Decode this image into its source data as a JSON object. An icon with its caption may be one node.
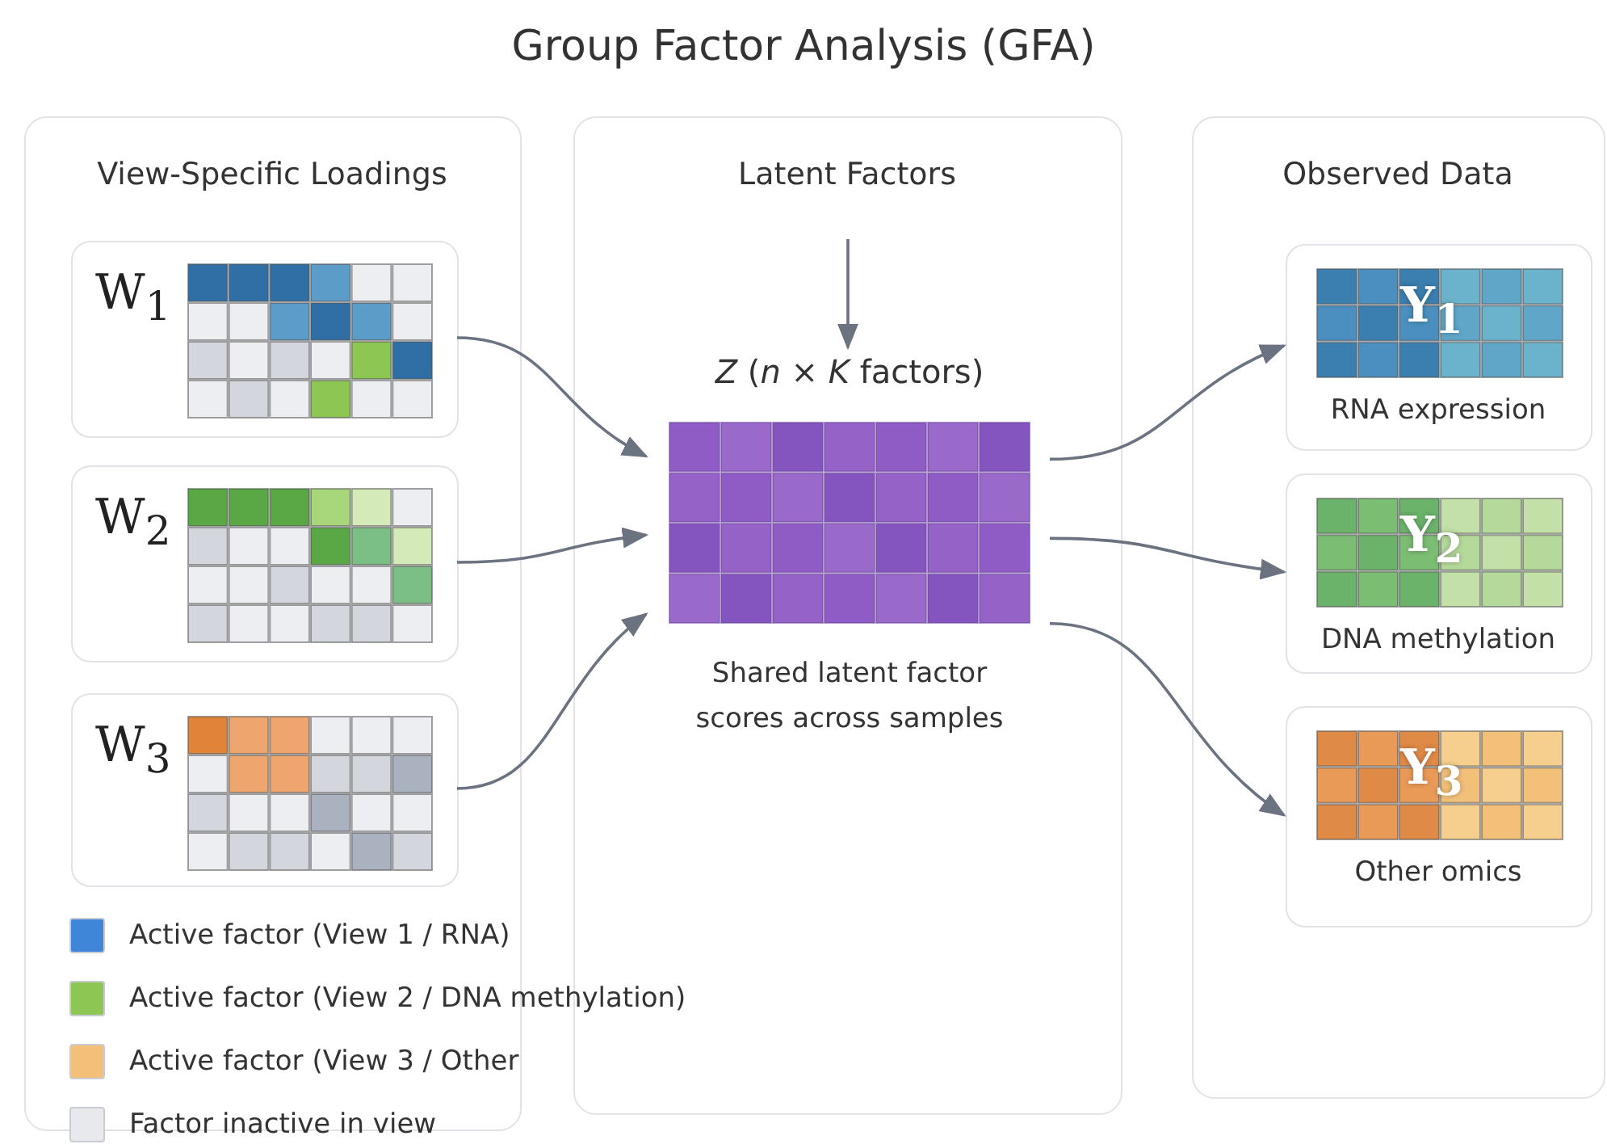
{
  "diagram": {
    "title": "Group Factor Analysis (GFA)",
    "nodes": [
      {
        "text": [
          "View-Specific Loadings"
        ]
      },
      {
        "text": [
          "W$_{1}$"
        ],
        "in": 0
      },
      {
        "text": [
          "W$_{2}$"
        ],
        "in": 0
      },
      {
        "text": [
          "W$_{3}$"
        ],
        "in": 0
      },
      {
        "text": [
          "Latent Factors"
        ]
      },
      {
        "text": [
          "*Z* (*n* × *K* factors)",
          "Shared latent factor scores across samples"
        ],
        "in": 4
      },
      {
        "text": [
          "Observed Data"
        ]
      },
      {
        "text": [
          "Y$_{1}$",
          "RNA expression"
        ],
        "in": 6
      },
      {
        "text": [
          "Y$_{2}$",
          "DNA methylation"
        ],
        "in": 6
      },
      {
        "text": [
          "Y$_{3}$",
          "Other omics"
        ],
        "in": 6
      }
    ],
    "edges": [
      {
        "from": null,
        "to": 5,
        "arrow": "to"
      },
      {
        "from": 1,
        "to": 5,
        "arrow": "to"
      },
      {
        "from": 2,
        "to": 5,
        "arrow": "to"
      },
      {
        "from": 3,
        "to": 5,
        "arrow": "to"
      },
      {
        "from": 5,
        "to": 7,
        "arrow": "to"
      },
      {
        "from": 5,
        "to": 8,
        "arrow": "to"
      },
      {
        "from": 5,
        "to": 9,
        "arrow": "to"
      }
    ],
    "legend": [
      {
        "text": "Active factor (View 1 / RNA)",
        "color": "#3f86d8"
      },
      {
        "text": "Active factor (View 2 / DNA methylation)",
        "color": "#8dc653"
      },
      {
        "text": "Active factor (View 3 / Other",
        "color": "#f2c078"
      },
      {
        "text": "Factor inactive in view",
        "color": "#e8e9ec"
      }
    ]
  }
}
